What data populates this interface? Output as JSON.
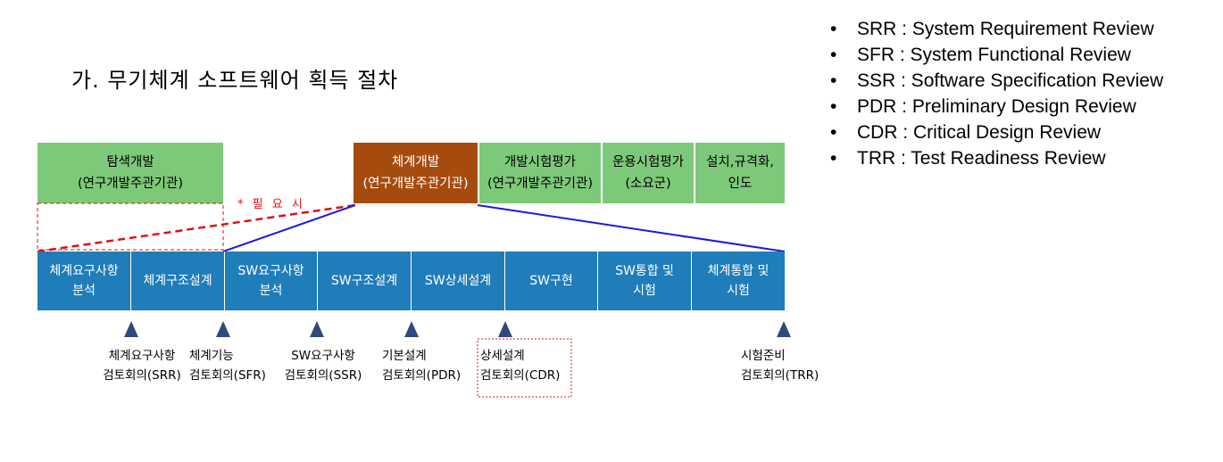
{
  "title": "가. 무기체계 소프트웨어 획득 절차",
  "legend": [
    "SRR : System Requirement Review",
    "SFR : System Functional Review",
    "SSR : Software Specification Review",
    "PDR : Preliminary Design Review",
    "CDR : Critical Design Review",
    "TRR : Test Readiness Review"
  ],
  "phases": [
    {
      "line1": "탐색개발",
      "line2": "(연구개발주관기관)"
    },
    {
      "line1": "체계개발",
      "line2": "(연구개발주관기관)"
    },
    {
      "line1": "개발시험평가",
      "line2": "(연구개발주관기관)"
    },
    {
      "line1": "운용시험평가",
      "line2": "(소요군)"
    },
    {
      "line1": "설치,규격화,",
      "line2": "인도"
    }
  ],
  "needed_label": "* 필 요 시",
  "steps": [
    {
      "line1": "체계요구사항",
      "line2": "분석"
    },
    {
      "line1": "체계구조설계",
      "line2": ""
    },
    {
      "line1": "SW요구사항",
      "line2": "분석"
    },
    {
      "line1": "SW구조설계",
      "line2": ""
    },
    {
      "line1": "SW상세설계",
      "line2": ""
    },
    {
      "line1": "SW구현",
      "line2": ""
    },
    {
      "line1": "SW통합 및",
      "line2": "시험"
    },
    {
      "line1": "체계통합 및",
      "line2": "시험"
    }
  ],
  "reviews": [
    {
      "line1": "체계요구사항",
      "line2": "검토회의(SRR)"
    },
    {
      "line1": "체계기능",
      "line2": "검토회의(SFR)"
    },
    {
      "line1": "SW요구사항",
      "line2": "검토회의(SSR)"
    },
    {
      "line1": "기본설계",
      "line2": "검토회의(PDR)"
    },
    {
      "line1": "상세설계",
      "line2": "검토회의(CDR)"
    },
    {
      "line1": "시험준비",
      "line2": "검토회의(TRR)"
    }
  ],
  "colors": {
    "phase_green": "#7DC97A",
    "phase_brown": "#A64B0E",
    "step_blue": "#1F7DB9",
    "review_marker": "#2F4A7A",
    "connector_red": "#E01010",
    "connector_blue": "#1A1ADD"
  }
}
